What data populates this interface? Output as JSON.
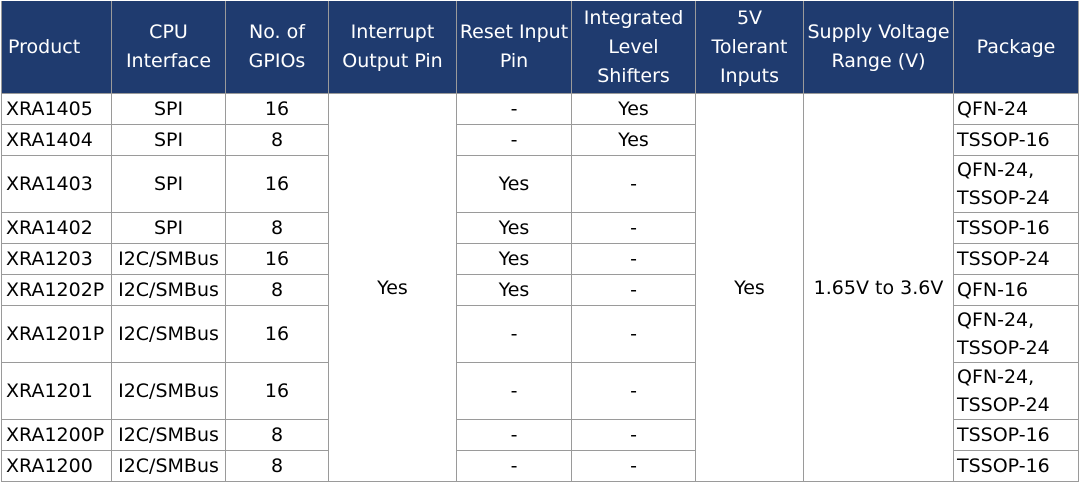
{
  "table": {
    "headers": [
      "Product",
      "CPU Interface",
      "No. of GPIOs",
      "Interrupt Output Pin",
      "Reset Input Pin",
      "Integrated Level Shifters",
      "5V Tolerant Inputs",
      "Supply Voltage Range (V)",
      "Package"
    ],
    "shared": {
      "interrupt_output_pin": "Yes",
      "tolerant_5v_inputs": "Yes",
      "supply_voltage_range": "1.65V to 3.6V"
    },
    "rows": [
      {
        "product": "XRA1405",
        "cpu": "SPI",
        "gpios": "16",
        "reset": "-",
        "shifters": "Yes",
        "package": "QFN-24"
      },
      {
        "product": "XRA1404",
        "cpu": "SPI",
        "gpios": "8",
        "reset": "-",
        "shifters": "Yes",
        "package": "TSSOP-16"
      },
      {
        "product": "XRA1403",
        "cpu": "SPI",
        "gpios": "16",
        "reset": "Yes",
        "shifters": "-",
        "package": "QFN-24, TSSOP-24"
      },
      {
        "product": "XRA1402",
        "cpu": "SPI",
        "gpios": "8",
        "reset": "Yes",
        "shifters": "-",
        "package": "TSSOP-16"
      },
      {
        "product": "XRA1203",
        "cpu": "I2C/SMBus",
        "gpios": "16",
        "reset": "Yes",
        "shifters": "-",
        "package": "TSSOP-24"
      },
      {
        "product": "XRA1202P",
        "cpu": "I2C/SMBus",
        "gpios": "8",
        "reset": "Yes",
        "shifters": "-",
        "package": "QFN-16"
      },
      {
        "product": "XRA1201P",
        "cpu": "I2C/SMBus",
        "gpios": "16",
        "reset": "-",
        "shifters": "-",
        "package": "QFN-24, TSSOP-24"
      },
      {
        "product": "XRA1201",
        "cpu": "I2C/SMBus",
        "gpios": "16",
        "reset": "-",
        "shifters": "-",
        "package": "QFN-24, TSSOP-24"
      },
      {
        "product": "XRA1200P",
        "cpu": "I2C/SMBus",
        "gpios": "8",
        "reset": "-",
        "shifters": "-",
        "package": "TSSOP-16"
      },
      {
        "product": "XRA1200",
        "cpu": "I2C/SMBus",
        "gpios": "8",
        "reset": "-",
        "shifters": "-",
        "package": "TSSOP-16"
      }
    ]
  },
  "colors": {
    "header_background": "#1f3b6f",
    "header_text": "#ffffff",
    "grid_line": "#9a9a9a"
  }
}
